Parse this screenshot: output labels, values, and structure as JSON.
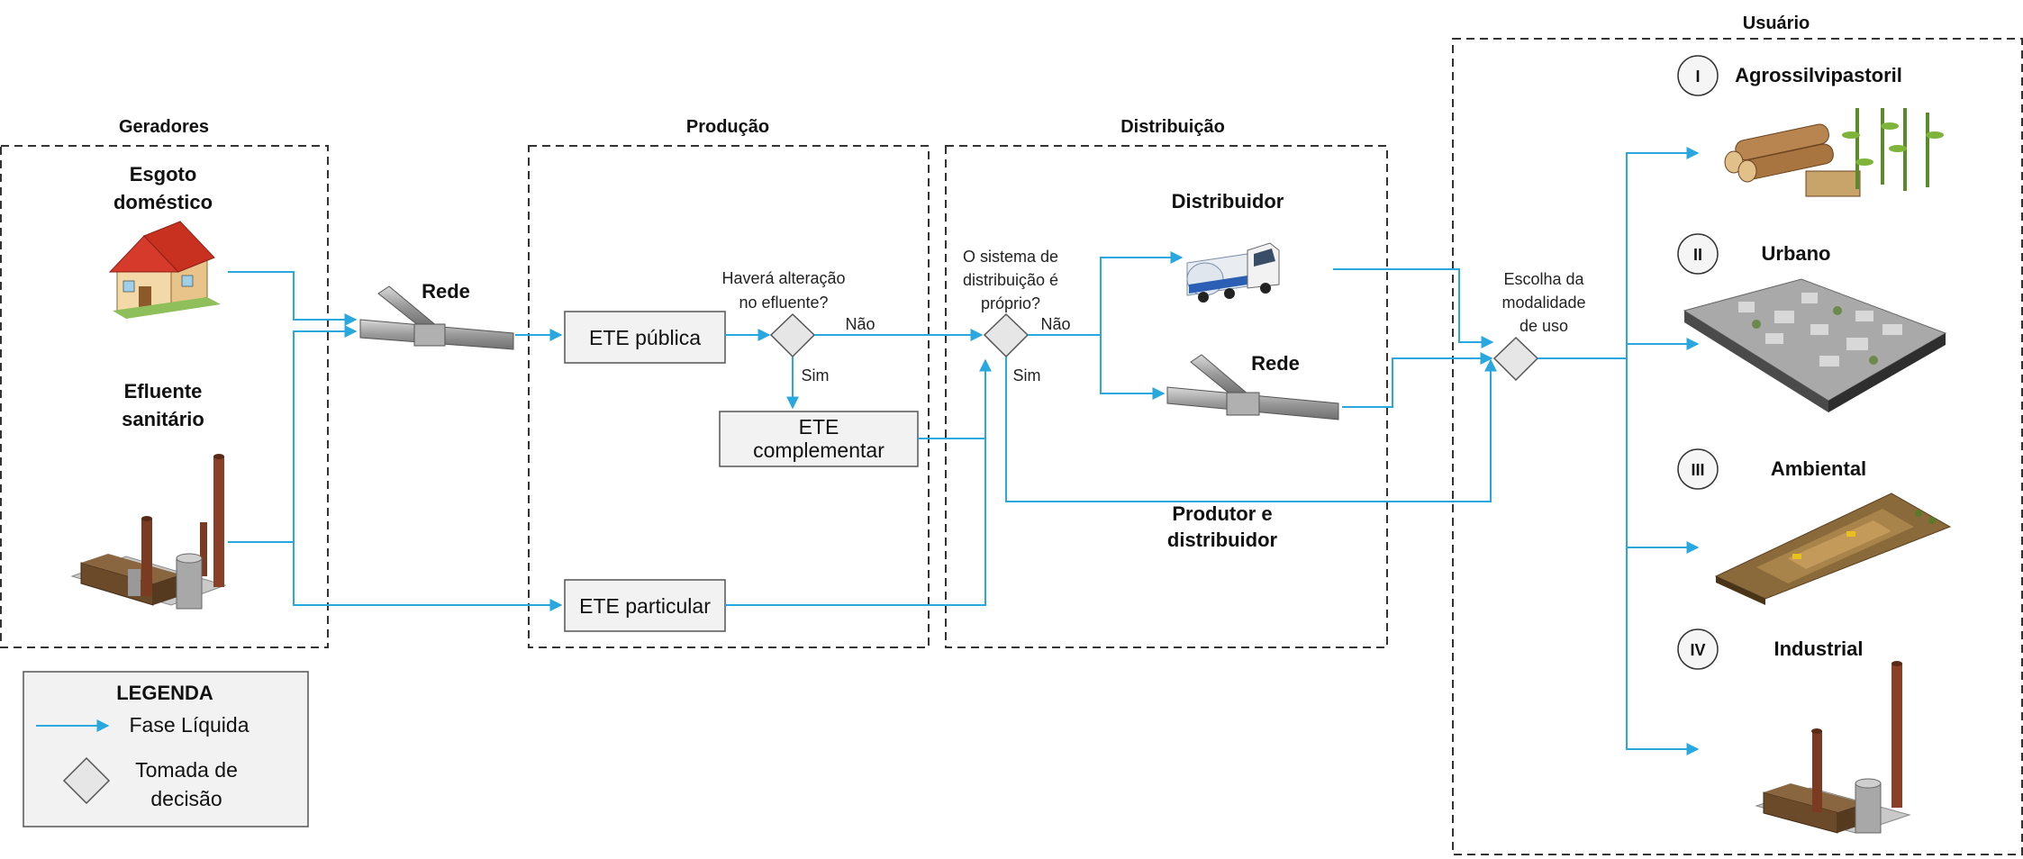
{
  "sections": {
    "geradores": "Geradores",
    "producao": "Produção",
    "distribuicao": "Distribuição",
    "usuario": "Usuário"
  },
  "geradores": {
    "esgoto_line1": "Esgoto",
    "esgoto_line2": "doméstico",
    "efluente_line1": "Efluente",
    "efluente_line2": "sanitário"
  },
  "rede_label": "Rede",
  "producao": {
    "ete_publica": "ETE pública",
    "decision_q1_line1": "Haverá alteração",
    "decision_q1_line2": "no efluente?",
    "nao": "Não",
    "sim": "Sim",
    "ete_complementar_line1": "ETE",
    "ete_complementar_line2": "complementar",
    "ete_particular": "ETE particular"
  },
  "distribuicao": {
    "decision_q2_line1": "O sistema de",
    "decision_q2_line2": "distribuição é",
    "decision_q2_line3": "próprio?",
    "nao": "Não",
    "sim": "Sim",
    "distribuidor": "Distribuidor",
    "rede": "Rede",
    "produtor_line1": "Produtor e",
    "produtor_line2": "distribuidor"
  },
  "usuario": {
    "choice_line1": "Escolha da",
    "choice_line2": "modalidade",
    "choice_line3": "de uso",
    "items": [
      {
        "numeral": "I",
        "label": "Agrossilvipastoril"
      },
      {
        "numeral": "II",
        "label": "Urbano"
      },
      {
        "numeral": "III",
        "label": "Ambiental"
      },
      {
        "numeral": "IV",
        "label": "Industrial"
      }
    ]
  },
  "legend": {
    "title": "LEGENDA",
    "flow_label": "Fase Líquida",
    "decision_line1": "Tomada de",
    "decision_line2": "decisão"
  },
  "colors": {
    "flow": "#29a8e0",
    "box_fill": "#f2f2f2",
    "diamond_fill": "#e6e6e6"
  }
}
